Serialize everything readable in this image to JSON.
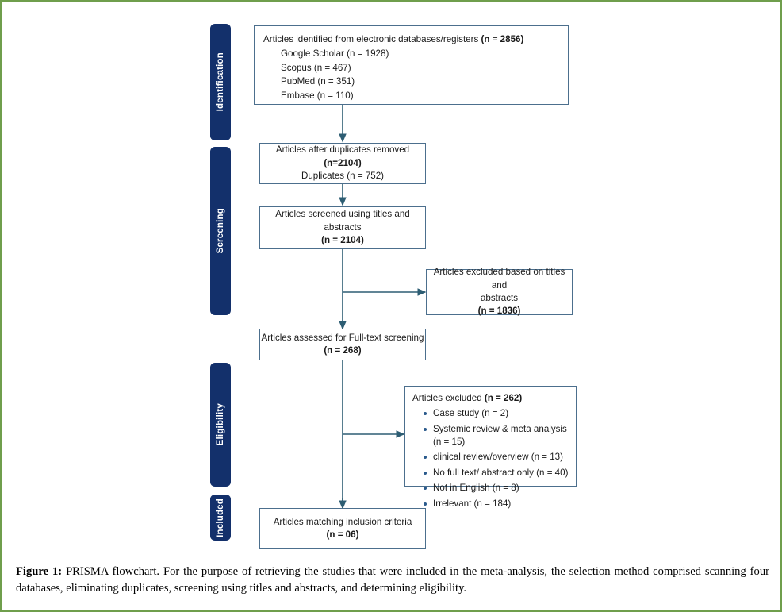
{
  "figure": {
    "caption_label": "Figure 1:",
    "caption_text": " PRISMA flowchart. For the purpose of retrieving the studies that were included in the meta-analysis, the selection method comprised scanning four databases, eliminating duplicates, screening using titles and abstracts, and determining eligibility."
  },
  "colors": {
    "stage_bar": "#13306b",
    "box_border": "#4c6f8d",
    "connector": "#2d5d73",
    "bullet": "#2a5a8c",
    "page_border": "#6f9e4c"
  },
  "stages": [
    {
      "id": "identification",
      "label": "Identification"
    },
    {
      "id": "screening",
      "label": "Screening"
    },
    {
      "id": "eligibility",
      "label": "Eligibility"
    },
    {
      "id": "included",
      "label": "Included"
    }
  ],
  "boxes": {
    "identified": {
      "title": "Articles identified from electronic databases/registers",
      "title_count": "(n = 2856)",
      "sources": [
        "Google Scholar (n = 1928)",
        "Scopus (n = 467)",
        "PubMed (n = 351)",
        "Embase (n = 110)"
      ]
    },
    "duplicates_removed": {
      "line1": "Articles after duplicates removed",
      "line1_count": "(n=2104)",
      "line2": "Duplicates (n = 752)"
    },
    "screened": {
      "line1": "Articles screened using titles and abstracts",
      "line2": "(n = 2104)"
    },
    "excluded_titles": {
      "line1": "Articles excluded based on titles and",
      "line2": "abstracts",
      "line3": "(n = 1836)"
    },
    "fulltext_assessed": {
      "line1": "Articles assessed for Full-text screening",
      "line2": "(n = 268)"
    },
    "excluded_fulltext": {
      "title": "Articles excluded",
      "title_count": "(n = 262)",
      "reasons": [
        "Case study (n = 2)",
        "Systemic review & meta analysis (n = 15)",
        "clinical review/overview (n = 13)",
        "No full text/ abstract only (n = 40)",
        "Not in English (n = 8)",
        "Irrelevant (n = 184)"
      ]
    },
    "included": {
      "line1": "Articles matching inclusion criteria",
      "line2": "(n = 06)"
    }
  }
}
